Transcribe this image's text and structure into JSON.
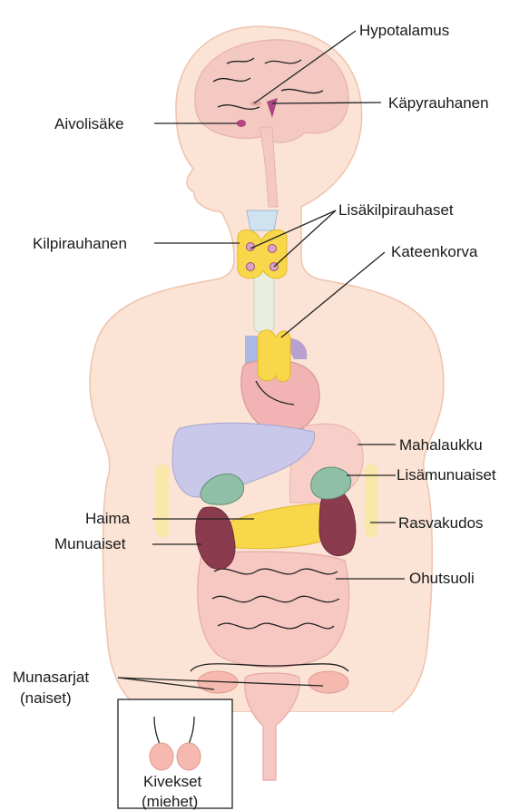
{
  "labels": {
    "hypothalamus": "Hypotalamus",
    "pineal": "Käpyrauhanen",
    "pituitary": "Aivolisäke",
    "parathyroid": "Lisäkilpirauhaset",
    "thyroid": "Kilpirauhanen",
    "thymus": "Kateenkorva",
    "stomach": "Mahalaukku",
    "adrenal": "Lisämunuaiset",
    "pancreas": "Haima",
    "fat_tissue": "Rasvakudos",
    "kidneys": "Munuaiset",
    "small_intestine": "Ohutsuoli",
    "ovaries_line1": "Munasarjat",
    "ovaries_line2": "(naiset)",
    "testes_line1": "Kivekset",
    "testes_line2": "(miehet)"
  },
  "colors": {
    "skin": "#fbe3d5",
    "skin_outline": "#efc3ad",
    "thyroid": "#f8d84a",
    "liver": "#c9c8ea",
    "kidney": "#8a3b4e",
    "adrenal": "#8fbfa6",
    "intestine": "#f7c8c2",
    "heart": "#f1b3b3",
    "brain": "#f3c9c2",
    "gland_dot": "#b6457f"
  }
}
